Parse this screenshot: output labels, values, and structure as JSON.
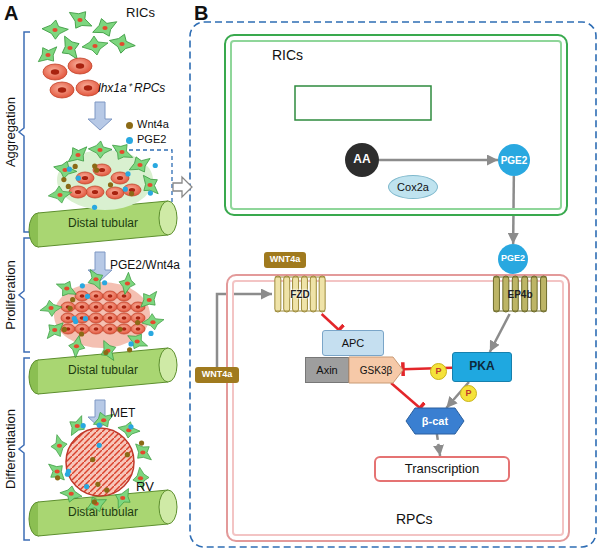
{
  "diagram": {
    "nodes": [
      {
        "text": [
          "Distal tubular"
        ]
      },
      {
        "text": [
          "Distal tubular"
        ]
      },
      {
        "text": [
          "Distal tubular"
        ]
      },
      {
        "text": [
          "RICs"
        ]
      },
      {
        "text": [
          "AA"
        ],
        "in": 3
      },
      {
        "text": [
          "Cox2a"
        ],
        "in": 3
      },
      {
        "text": [
          "PGE2"
        ],
        "in": 3
      },
      {
        "text": [
          "WNT4a"
        ]
      },
      {
        "text": [
          "PGE2"
        ]
      },
      {
        "text": [
          "RPCs"
        ]
      },
      {
        "text": [
          "FZD"
        ],
        "in": 9
      },
      {
        "text": [
          "EP4b"
        ],
        "in": 9
      },
      {
        "text": [
          "APC"
        ],
        "in": 9
      },
      {
        "text": [
          "Axin"
        ],
        "in": 9
      },
      {
        "text": [
          "GSK3β"
        ],
        "in": 9
      },
      {
        "text": [
          "PKA"
        ],
        "in": 9
      },
      {
        "text": [
          "P"
        ],
        "in": 9
      },
      {
        "text": [
          "P"
        ],
        "in": 9
      },
      {
        "text": [
          "β-cat"
        ],
        "in": 9
      },
      {
        "text": [
          "Transcription"
        ],
        "in": 9
      },
      {
        "text": [
          "WNT4a"
        ]
      }
    ],
    "edges": [
      {
        "from": 4,
        "to": 6,
        "arrow": "to"
      },
      {
        "from": 6,
        "to": 8,
        "arrow": "to"
      },
      {
        "from": 20,
        "to": 10,
        "arrow": "to"
      },
      {
        "from": 10,
        "to": 12,
        "arrow": "to"
      },
      {
        "from": 11,
        "to": 15,
        "arrow": "to"
      },
      {
        "from": 15,
        "to": 14,
        "arrow": "to"
      },
      {
        "from": 14,
        "to": 18,
        "arrow": "to"
      },
      {
        "from": 15,
        "to": 18,
        "arrow": "to"
      },
      {
        "from": 18,
        "to": 19,
        "arrow": "to"
      }
    ],
    "labels": [
      "A",
      "B",
      "RICs",
      "lhx1a⁺ RPCs",
      "Aggregation",
      "Proliferation",
      "Differentiation",
      "PGE2/Wnt4a",
      "MET",
      "RV"
    ],
    "legend": [
      {
        "text": "Wnt4a",
        "color": "#8b6a16"
      },
      {
        "text": "PGE2",
        "color": "#29a8e0"
      }
    ]
  }
}
